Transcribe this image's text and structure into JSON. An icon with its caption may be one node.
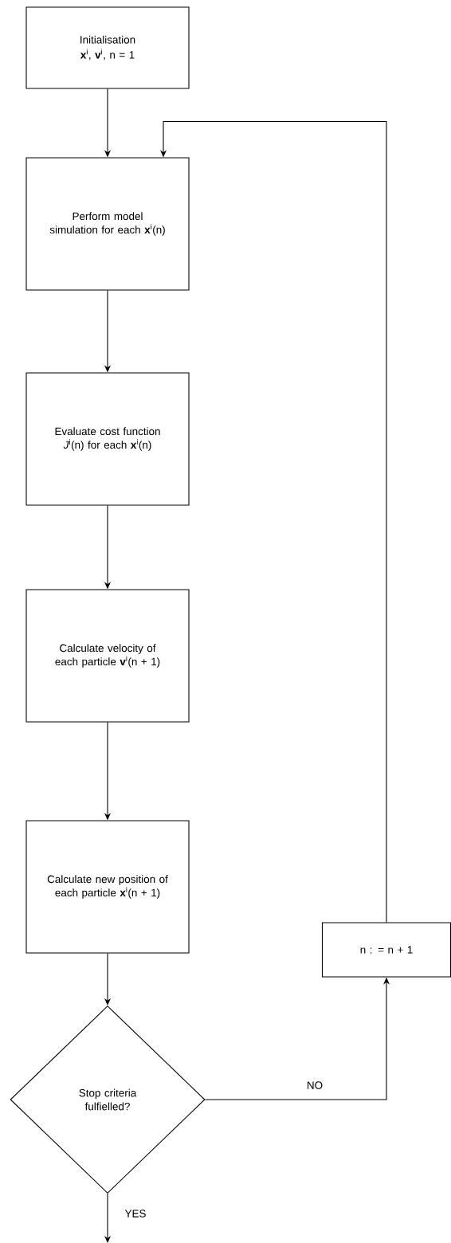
{
  "diagram": {
    "nodes": [
      {
        "text": [
          "Initialisation",
          "**x**$^{i}$, **v**$^{i}$, n = 1"
        ]
      },
      {
        "text": [
          "Perform model simulation for each **x**$^{i}$(n)"
        ]
      },
      {
        "text": [
          "Evaluate cost function *J*$^{i}$(n) for each **x**$^{i}$(n)"
        ]
      },
      {
        "text": [
          "Calculate velocity of each particle **v**$^{i}$(n + 1)"
        ]
      },
      {
        "text": [
          "Calculate new position of each particle **x**$^{i}$(n + 1)"
        ]
      },
      {
        "text": [
          "Stop criteria fulfielled?"
        ]
      },
      {
        "text": [
          "n : = n + 1"
        ]
      }
    ],
    "edges": [
      {
        "from": 0,
        "to": 1,
        "arrow": "to"
      },
      {
        "from": 1,
        "to": 2,
        "arrow": "to"
      },
      {
        "from": 2,
        "to": 3,
        "arrow": "to"
      },
      {
        "from": 3,
        "to": 4,
        "arrow": "to"
      },
      {
        "from": 4,
        "to": 5,
        "arrow": "to"
      },
      {
        "from": 5,
        "to": 6,
        "arrow": "to",
        "label": "NO"
      },
      {
        "from": 6,
        "to": 1,
        "arrow": "to"
      },
      {
        "from": 5,
        "to": null,
        "arrow": "to",
        "label": "YES"
      }
    ]
  }
}
